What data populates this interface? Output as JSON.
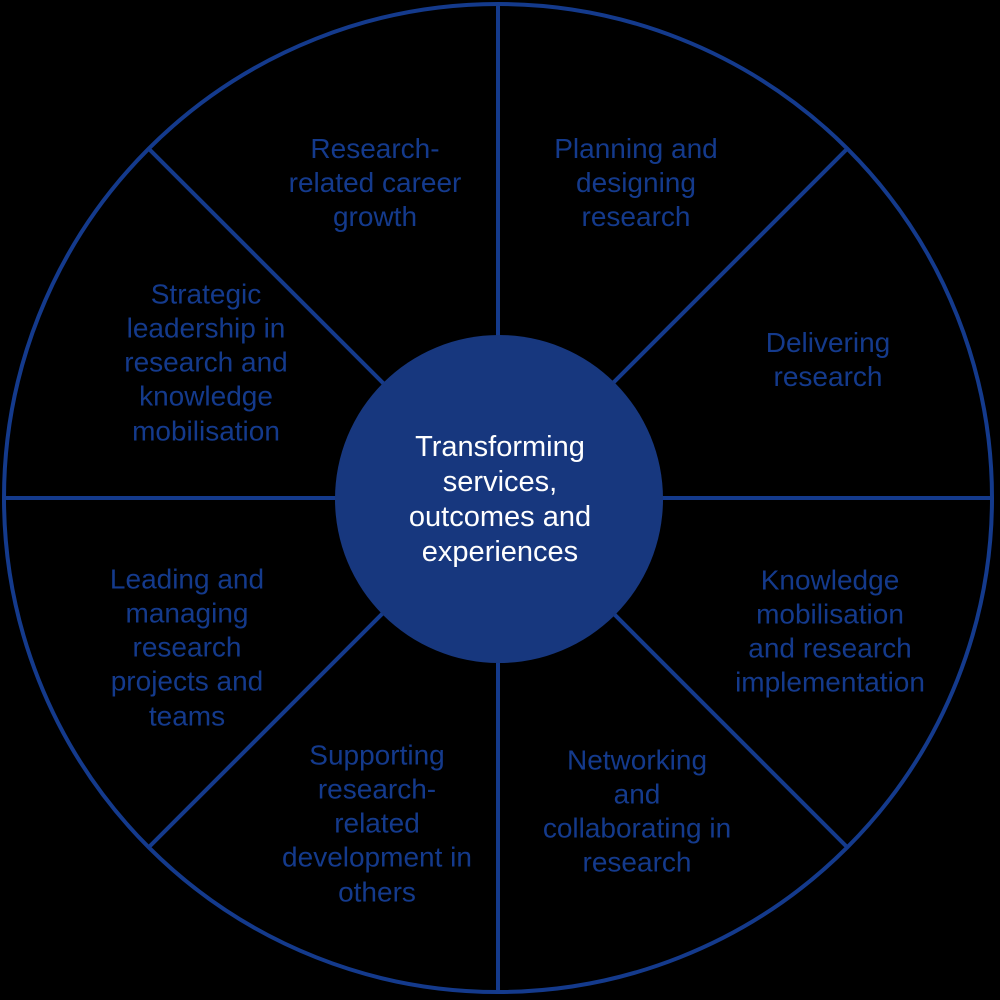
{
  "colors": {
    "accent": "#143a8c",
    "center_fill": "#17377e",
    "center_text": "#ffffff",
    "background": "#000000"
  },
  "center": {
    "label_lines": [
      "Transforming",
      "services,",
      "outcomes and",
      "experiences"
    ]
  },
  "segments": [
    {
      "id": "planning",
      "label_lines": [
        "Planning and",
        "designing",
        "research"
      ]
    },
    {
      "id": "delivering",
      "label_lines": [
        "Delivering",
        "research"
      ]
    },
    {
      "id": "knowledge",
      "label_lines": [
        "Knowledge",
        "mobilisation",
        "and research",
        "implementation"
      ]
    },
    {
      "id": "networking",
      "label_lines": [
        "Networking",
        "and",
        "collaborating in",
        "research"
      ]
    },
    {
      "id": "supporting",
      "label_lines": [
        "Supporting",
        "research-",
        "related",
        "development in",
        "others"
      ]
    },
    {
      "id": "leading",
      "label_lines": [
        "Leading and",
        "managing",
        "research",
        "projects and",
        "teams"
      ]
    },
    {
      "id": "strategic",
      "label_lines": [
        "Strategic",
        "leadership in",
        "research and",
        "knowledge",
        "mobilisation"
      ]
    },
    {
      "id": "career",
      "label_lines": [
        "Research-",
        "related career",
        "growth"
      ]
    }
  ]
}
